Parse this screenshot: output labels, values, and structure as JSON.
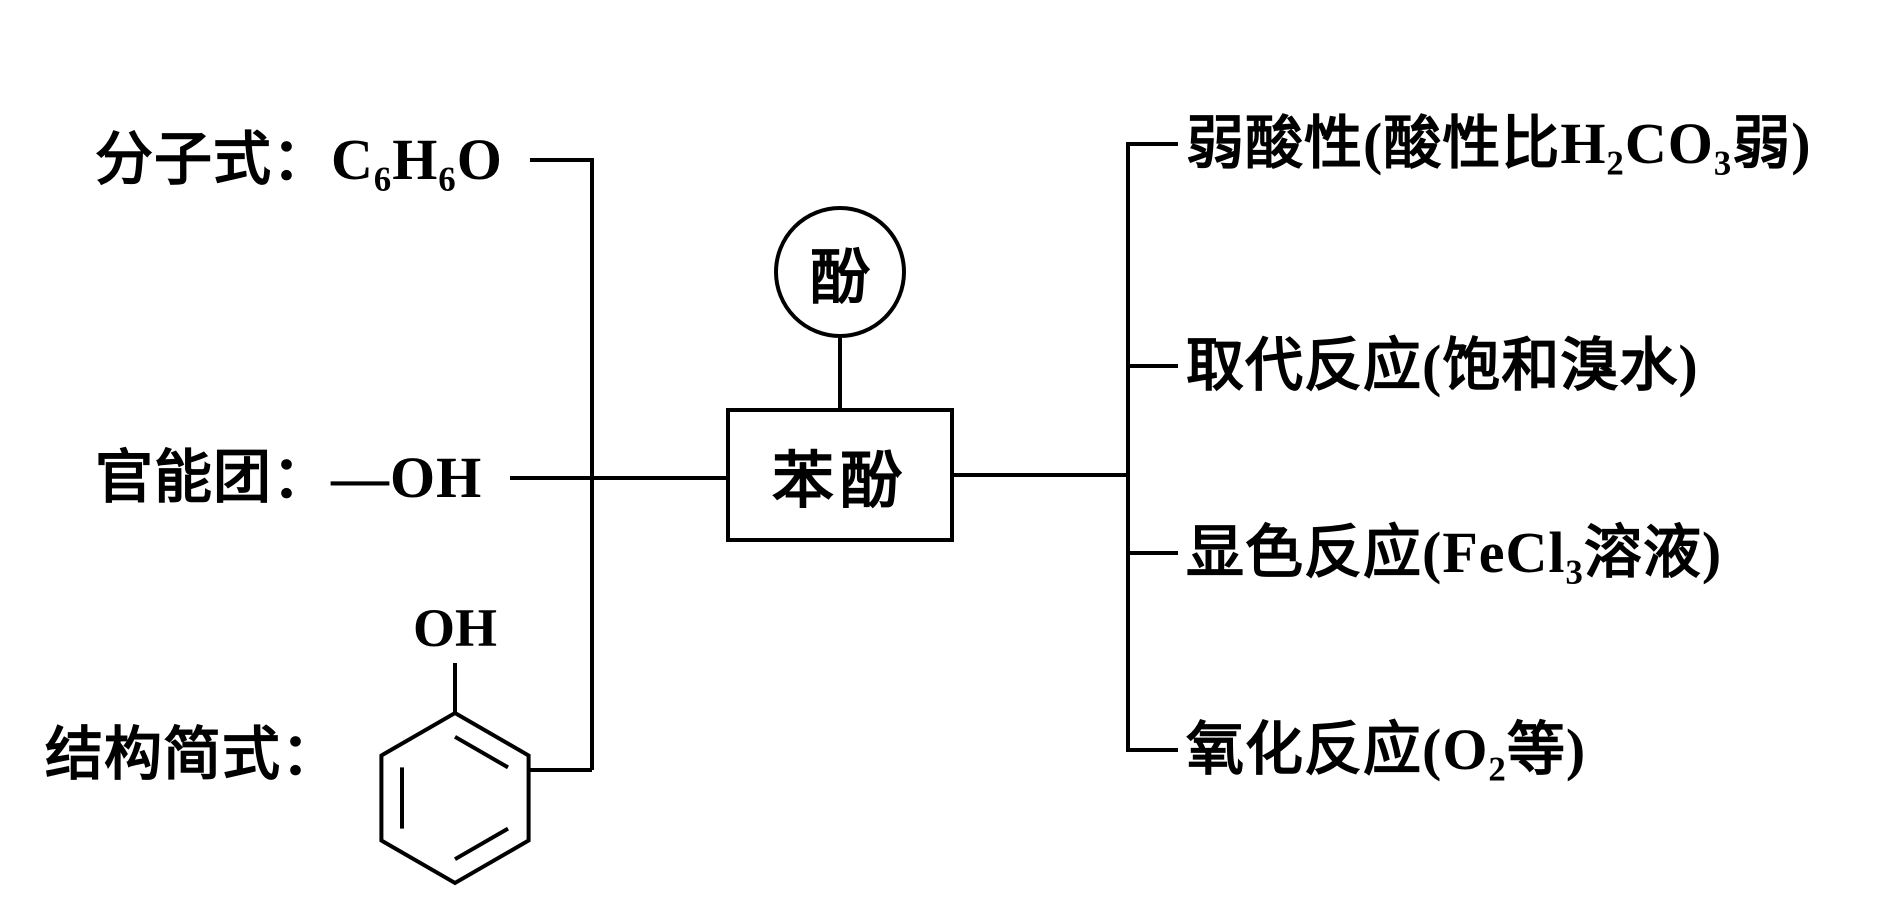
{
  "center": {
    "category": "酚",
    "name": "苯酚"
  },
  "left": {
    "molecular_formula": {
      "label": "分子式：",
      "value": "C₆H₆O"
    },
    "functional_group": {
      "label": "官能团：",
      "value": "—OH"
    },
    "structural_formula": {
      "label": "结构简式：",
      "oh": "OH"
    }
  },
  "properties": [
    {
      "text": "弱酸性(酸性比H₂CO₃弱)"
    },
    {
      "text": "取代反应(饱和溴水)"
    },
    {
      "text": "显色反应(FeCl₃溶液)"
    },
    {
      "text": "氧化反应(O₂等)"
    }
  ]
}
